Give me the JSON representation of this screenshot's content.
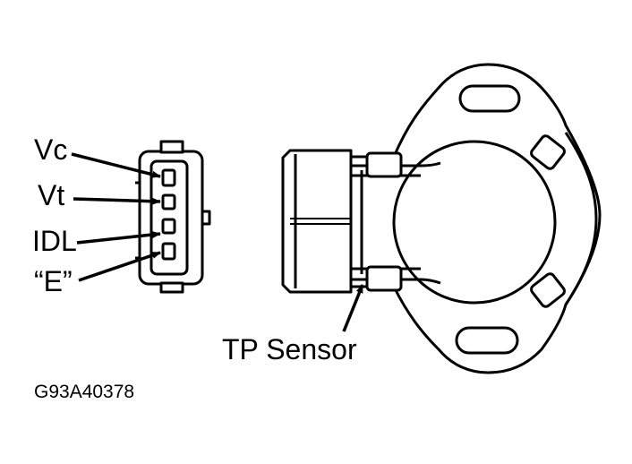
{
  "labels": {
    "vc": "Vc",
    "vt": "Vt",
    "idl": "IDL",
    "e": "“E”",
    "sensor": "TP Sensor"
  },
  "figure_id": "G93A40378",
  "colors": {
    "ink": "#000000",
    "paper": "#ffffff"
  }
}
